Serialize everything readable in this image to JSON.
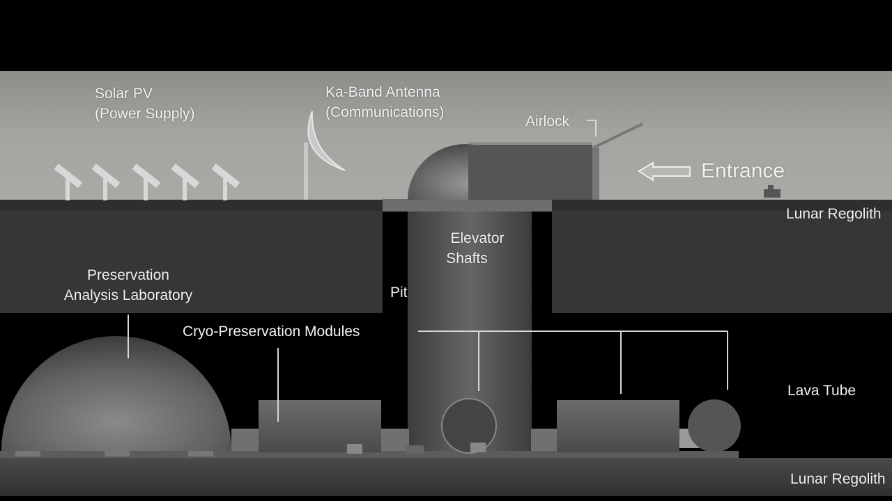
{
  "labels": {
    "solar_title": "Solar PV",
    "solar_sub": "(Power Supply)",
    "antenna_title": "Ka-Band Antenna",
    "antenna_sub": "(Communications)",
    "airlock": "Airlock",
    "entrance": "Entrance",
    "regolith_top": "Lunar Regolith",
    "regolith_bottom": "Lunar Regolith",
    "elevator_1": "Elevator",
    "elevator_2": "Shafts",
    "pit": "Pit",
    "lab_1": "Preservation",
    "lab_2": "Analysis Laboratory",
    "cryo": "Cryo-Preservation Modules",
    "lava_tube": "Lava Tube"
  },
  "icons": {
    "entrance_arrow": "left-arrow-icon"
  },
  "colors": {
    "surface_sky": "#9e9d99",
    "regolith": "#363636",
    "tube_void": "#000000",
    "structure": "#5a5a5a",
    "label_text": "#f2f2f2"
  }
}
